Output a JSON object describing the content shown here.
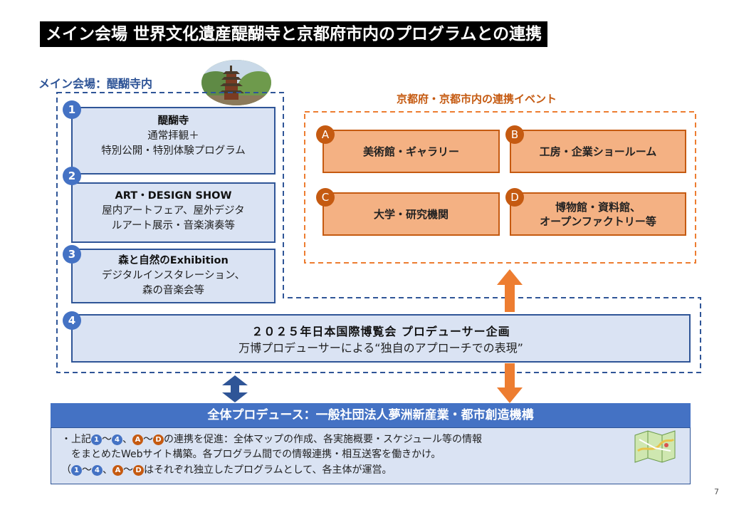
{
  "slide": {
    "title": "メイン会場 世界文化遺産醍醐寺と京都府市内のプログラムとの連携",
    "page_number": "7"
  },
  "main_venue": {
    "label": "メイン会場：醍醐寺内",
    "programs": [
      {
        "number": "1",
        "title": "醍醐寺",
        "lines": [
          "通常拝観＋",
          "特別公開・特別体験プログラム"
        ]
      },
      {
        "number": "2",
        "title": "ART・DESIGN SHOW",
        "lines": [
          "屋内アートフェア、屋外デジタ",
          "ルアート展示・音楽演奏等"
        ]
      },
      {
        "number": "3",
        "title": "森と自然のExhibition",
        "lines": [
          "デジタルインスタレーション、",
          "森の音楽会等"
        ]
      },
      {
        "number": "4",
        "title": "２０２５年日本国際博覧会 プロデューサー企画",
        "lines": [
          "万博プロデューサーによる“独自のアプローチでの表現”"
        ]
      }
    ]
  },
  "collab": {
    "label": "京都府・京都市内の連携イベント",
    "events": [
      {
        "letter": "A",
        "lines": [
          "美術館・ギャラリー"
        ]
      },
      {
        "letter": "B",
        "lines": [
          "工房・企業ショールーム"
        ]
      },
      {
        "letter": "C",
        "lines": [
          "大学・研究機関"
        ]
      },
      {
        "letter": "D",
        "lines": [
          "博物館・資料館、",
          "オープンファクトリー等"
        ]
      }
    ]
  },
  "producer": {
    "title": "全体プロデュース：一般社団法人夢洲新産業・都市創造機構",
    "bullet_prefix": "・上記",
    "c1": "1",
    "c4": "4",
    "cA": "A",
    "cD": "D",
    "sep_comma": "、",
    "tilde": "～",
    "line1_tail": "の連携を促進：全体マップの作成、各実施概要・スケジュール等の情報",
    "line2": "をまとめたWebサイト構築。各プログラム間での情報連携・相互送客を働きかけ。",
    "line3_prefix": "（",
    "line3_tail": "はそれぞれ独立したプログラムとして、各主体が運営。"
  },
  "colors": {
    "blue_dark": "#2f5597",
    "blue_fill": "#dae3f3",
    "blue_mid": "#4472c4",
    "orange_dark": "#c55a11",
    "orange_fill": "#f4b183",
    "orange_arrow": "#ed7d31"
  },
  "icons": [
    "temple-photo-icon",
    "map-icon",
    "double-arrow-icon"
  ]
}
